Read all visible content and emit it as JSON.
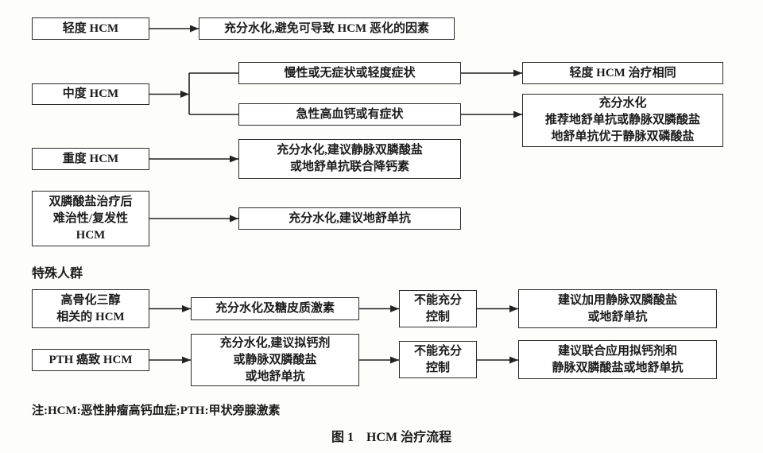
{
  "figure": {
    "section_label": "特殊人群",
    "note": "注:HCM:恶性肿瘤高钙血症;PTH:甲状旁腺激素",
    "caption_label": "图 1",
    "caption_title": "HCM 治疗流程",
    "line_color": "#222222",
    "text_color": "#1c1c1c",
    "box_border_color": "#2b2b2b",
    "background_color": "#fdfdfc"
  },
  "nodes": {
    "mild": "轻度 HCM",
    "mild_tx": "充分水化,避免可导致 HCM 恶化的因素",
    "moderate": "中度 HCM",
    "moderate_chronic": "慢性或无症状或轻度症状",
    "moderate_acute": "急性高血钙或有症状",
    "moderate_chronic_tx": "轻度 HCM 治疗相同",
    "moderate_acute_tx": "充分水化\n推荐地舒单抗或静脉双膦酸盐\n地舒单抗优于静脉双磷酸盐",
    "severe": "重度 HCM",
    "severe_tx": "充分水化,建议静脉双膦酸盐\n或地舒单抗联合降钙素",
    "refractory": "双膦酸盐治疗后\n难治性/复发性\nHCM",
    "refractory_tx": "充分水化,建议地舒单抗",
    "calcitriol": "高骨化三醇\n相关的 HCM",
    "calcitriol_tx": "充分水化及糖皮质激素",
    "calcitriol_uncontrolled": "不能充分\n控制",
    "calcitriol_add": "建议加用静脉双膦酸盐\n或地舒单抗",
    "pth": "PTH 癌致 HCM",
    "pth_tx": "充分水化,建议拟钙剂\n或静脉双膦酸盐\n或地舒单抗",
    "pth_uncontrolled": "不能充分\n控制",
    "pth_add": "建议联合应用拟钙剂和\n静脉双膦酸盐或地舒单抗"
  }
}
